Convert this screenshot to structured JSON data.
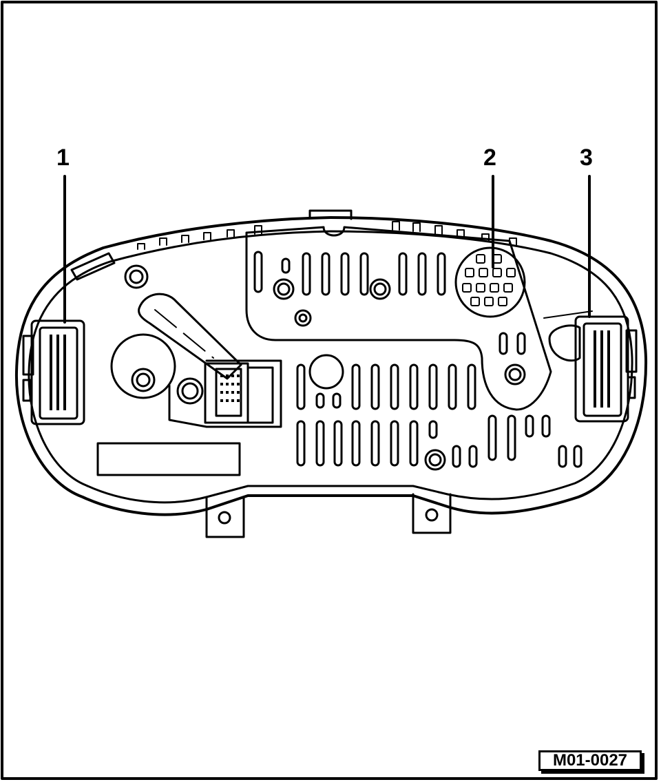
{
  "diagram": {
    "callouts": [
      {
        "id": "1",
        "label": "1"
      },
      {
        "id": "2",
        "label": "2"
      },
      {
        "id": "3",
        "label": "3"
      }
    ],
    "figure_code": "M01-0027",
    "colors": {
      "ink": "#000000",
      "paper": "#ffffff"
    }
  }
}
